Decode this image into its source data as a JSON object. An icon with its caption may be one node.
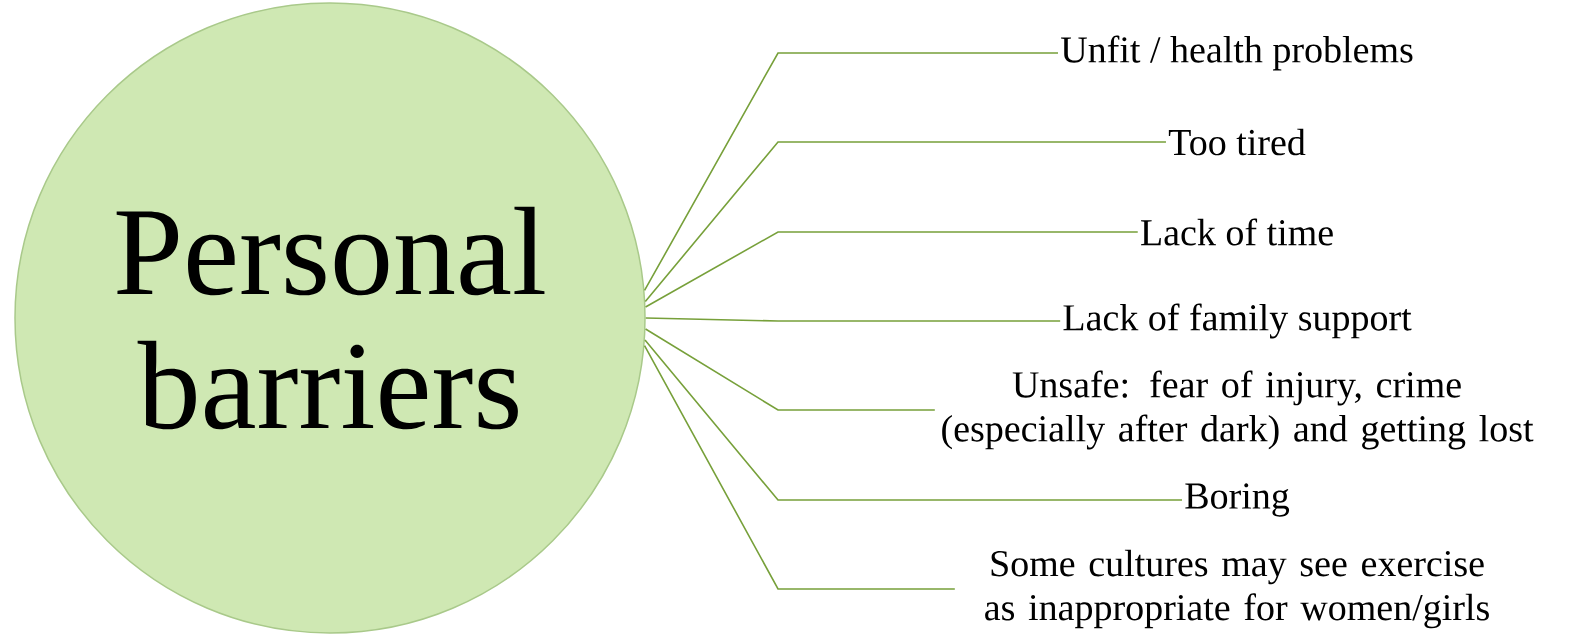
{
  "diagram": {
    "nodes": [
      {
        "text": [
          "Personal barriers"
        ]
      },
      {
        "text": [
          "Unfit / health problems"
        ]
      },
      {
        "text": [
          "Too tired"
        ]
      },
      {
        "text": [
          "Lack of time"
        ]
      },
      {
        "text": [
          "Lack of family support"
        ]
      },
      {
        "text": [
          "Unsafe: fear of injury, crime (especially after dark) and getting lost"
        ]
      },
      {
        "text": [
          "Boring"
        ]
      },
      {
        "text": [
          "Some cultures may see exercise as inappropriate for women/girls"
        ]
      }
    ],
    "edges": [
      {
        "from": 0,
        "to": 1,
        "arrow": "none"
      },
      {
        "from": 0,
        "to": 2,
        "arrow": "none"
      },
      {
        "from": 0,
        "to": 3,
        "arrow": "none"
      },
      {
        "from": 0,
        "to": 4,
        "arrow": "none"
      },
      {
        "from": 0,
        "to": 5,
        "arrow": "none"
      },
      {
        "from": 0,
        "to": 6,
        "arrow": "none"
      },
      {
        "from": 0,
        "to": 7,
        "arrow": "none"
      }
    ]
  }
}
